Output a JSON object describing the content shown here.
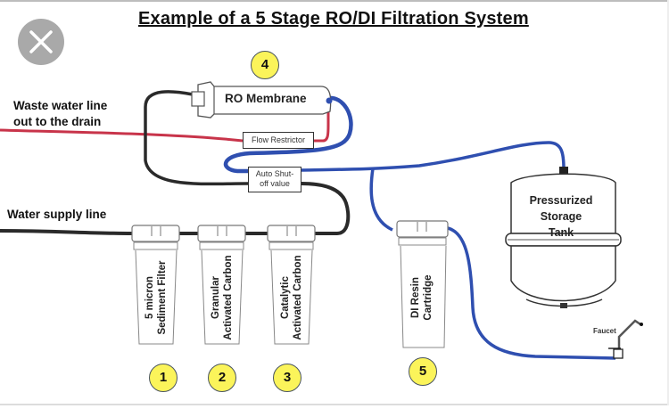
{
  "title": "Example of a 5 Stage RO/DI Filtration System",
  "controls": {
    "close_icon": "close-icon"
  },
  "lines": {
    "waste": {
      "label_line1": "Waste water line",
      "label_line2": "out to the drain",
      "color": "#c8344a"
    },
    "supply": {
      "label": "Water supply line",
      "color": "#2a2a2a"
    },
    "product": {
      "color": "#2f4fb0"
    }
  },
  "components": {
    "membrane": {
      "label": "RO Membrane",
      "stage": "4"
    },
    "flow_restrictor": {
      "label": "Flow Restrictor"
    },
    "auto_shutoff": {
      "label_line1": "Auto Shut-",
      "label_line2": "off value"
    },
    "tank": {
      "line1": "Pressurized",
      "line2": "Storage",
      "line3": "Tank"
    },
    "faucet": {
      "label": "Faucet"
    }
  },
  "filters": [
    {
      "stage": "1",
      "line1": "5 micron",
      "line2": "Sediment Filter"
    },
    {
      "stage": "2",
      "line1": "Granular",
      "line2": "Activated Carbon"
    },
    {
      "stage": "3",
      "line1": "Catalytic",
      "line2": "Activated Carbon"
    },
    {
      "stage": "5",
      "line1": "DI Resin",
      "line2": "Cartridge"
    }
  ],
  "badge_color": "#fbf45a"
}
